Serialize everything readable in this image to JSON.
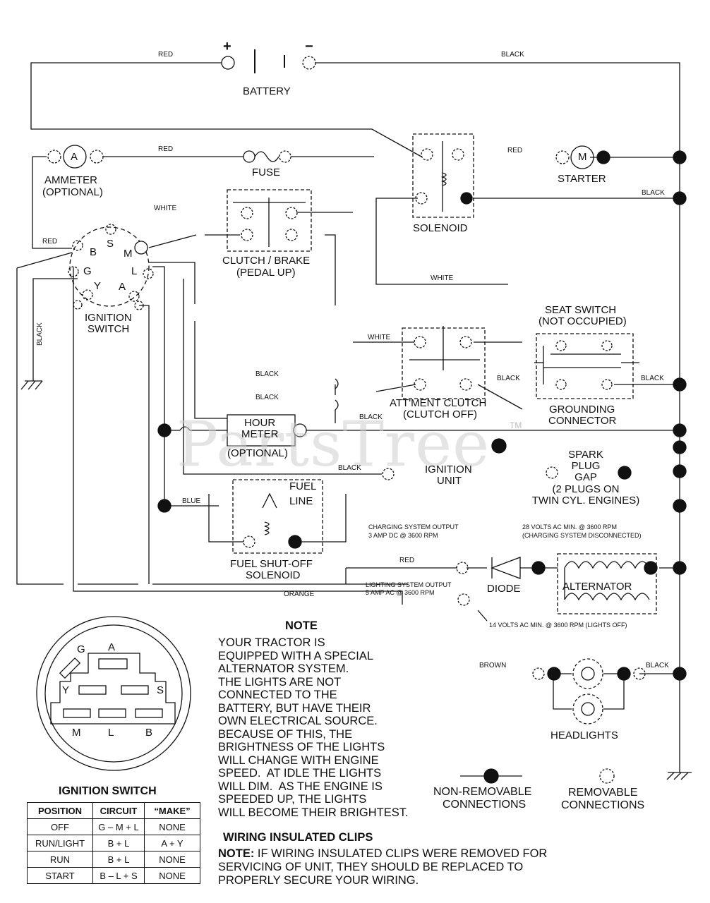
{
  "battery": {
    "plus": "+",
    "minus": "−",
    "label": "BATTERY"
  },
  "wires": {
    "red_top": "RED",
    "black_top": "BLACK",
    "red_fuse": "RED",
    "red_starter": "RED",
    "white_left": "WHITE",
    "black_solenoid": "BLACK",
    "red_ign": "RED",
    "black_vert": "BLACK",
    "white_sol": "WHITE",
    "white_att": "WHITE",
    "black_a": "BLACK",
    "black_b": "BLACK",
    "black_c": "BLACK",
    "black_att": "BLACK",
    "black_seat": "BLACK",
    "black_ignunit": "BLACK",
    "blue": "BLUE",
    "red_diode": "RED",
    "orange": "ORANGE",
    "brown": "BROWN",
    "black_head": "BLACK"
  },
  "components": {
    "ammeter_letter": "A",
    "ammeter": "AMMETER",
    "ammeter_opt": "(OPTIONAL)",
    "fuse": "FUSE",
    "starter_letter": "M",
    "starter": "STARTER",
    "solenoid": "SOLENOID",
    "clutch_brake": "CLUTCH / BRAKE",
    "pedal_up": "(PEDAL UP)",
    "ignition_switch_1": "IGNITION",
    "ignition_switch_2": "SWITCH",
    "ign_terms": {
      "B": "B",
      "S": "S",
      "M": "M",
      "G": "G",
      "L": "L",
      "Y": "Y",
      "A": "A"
    },
    "seat_switch": "SEAT SWITCH",
    "not_occupied": "(NOT OCCUPIED)",
    "att_clutch": "ATT'MENT CLUTCH",
    "clutch_off": "(CLUTCH OFF)",
    "grounding_1": "GROUNDING",
    "grounding_2": "CONNECTOR",
    "hour_meter_1": "HOUR",
    "hour_meter_2": "METER",
    "hour_meter_opt": "(OPTIONAL)",
    "ignition_unit_1": "IGNITION",
    "ignition_unit_2": "UNIT",
    "spark": [
      "SPARK",
      "PLUG",
      "GAP",
      "(2 PLUGS ON",
      "TWIN CYL. ENGINES)"
    ],
    "fuel": "FUEL",
    "line": "LINE",
    "fuel_shutoff_1": "FUEL SHUT-OFF",
    "fuel_shutoff_2": "SOLENOID",
    "charging_1": "CHARGING SYSTEM OUTPUT",
    "charging_2": "3 AMP DC @ 3600 RPM",
    "volts_28_1": "28 VOLTS AC MIN. @ 3600 RPM",
    "volts_28_2": "(CHARGING SYSTEM DISCONNECTED)",
    "diode": "DIODE",
    "alternator": "ALTERNATOR",
    "lighting_1": "LIGHTING SYSTEM OUTPUT",
    "lighting_2": "5 AMP AC @ 3600 RPM",
    "volts_14": "14 VOLTS AC MIN. @ 3600 RPM (LIGHTS OFF)",
    "headlights": "HEADLIGHTS"
  },
  "watermark": {
    "text": "PartsTree",
    "tm": "TM"
  },
  "note": {
    "title": "NOTE",
    "body": "YOUR TRACTOR IS\nEQUIPPED WITH A SPECIAL\nALTERNATOR SYSTEM.\nTHE LIGHTS ARE NOT\nCONNECTED TO THE\nBATTERY, BUT HAVE THEIR\nOWN ELECTRICAL SOURCE.\nBECAUSE OF THIS, THE\nBRIGHTNESS OF THE LIGHTS\nWILL CHANGE WITH ENGINE\nSPEED.  AT IDLE THE LIGHTS\nWILL DIM.  AS THE ENGINE IS\nSPEEDED UP, THE LIGHTS\nWILL BECOME THEIR BRIGHTEST."
  },
  "legend": {
    "non_removable_1": "NON-REMOVABLE",
    "non_removable_2": "CONNECTIONS",
    "removable_1": "REMOVABLE",
    "removable_2": "CONNECTIONS"
  },
  "clips": {
    "title": "WIRING INSULATED CLIPS",
    "note_label": "NOTE:",
    "body_first": " IF WIRING INSULATED CLIPS WERE REMOVED FOR",
    "body_rest": "SERVICING OF UNIT, THEY SHOULD BE REPLACED TO\nPROPERLY SECURE YOUR WIRING."
  },
  "plug": {
    "G": "G",
    "A": "A",
    "Y": "Y",
    "S": "S",
    "M": "M",
    "L": "L",
    "B": "B"
  },
  "ignition_table": {
    "title": "IGNITION SWITCH",
    "headers": [
      "POSITION",
      "CIRCUIT",
      "“MAKE”"
    ],
    "rows": [
      [
        "OFF",
        "G – M + L",
        "NONE"
      ],
      [
        "RUN/LIGHT",
        "B + L",
        "A + Y"
      ],
      [
        "RUN",
        "B + L",
        "NONE"
      ],
      [
        "START",
        "B – L + S",
        "NONE"
      ]
    ]
  }
}
